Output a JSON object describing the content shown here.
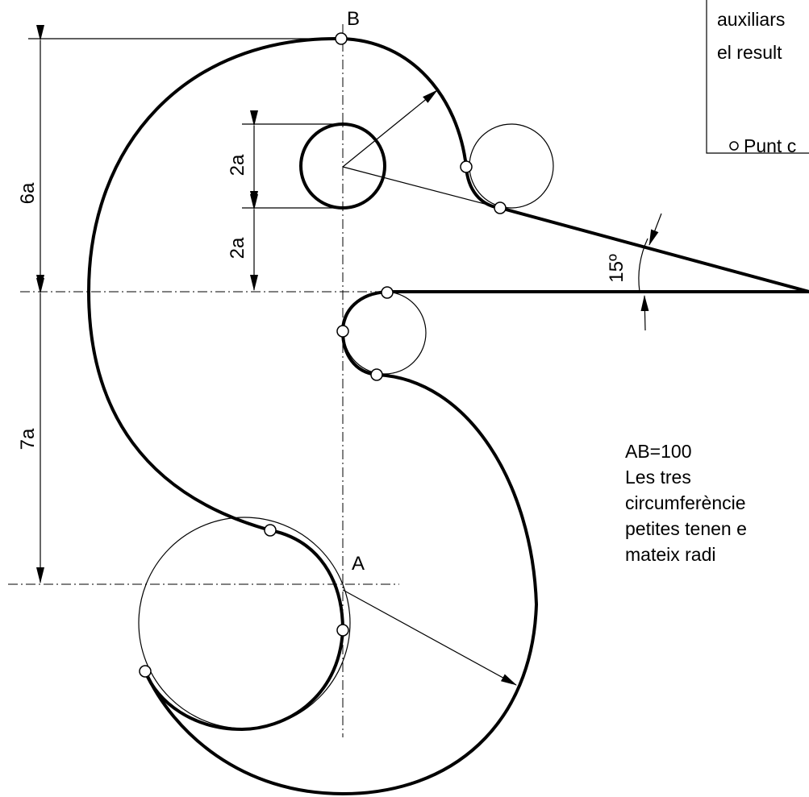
{
  "points": {
    "a": "A",
    "b": "B"
  },
  "dimensions": {
    "six_a": "6a",
    "two_a_upper": "2a",
    "two_a_lower": "2a",
    "seven_a": "7a",
    "angle": "15º"
  },
  "note_box": {
    "line1": "auxiliars",
    "line2": "el result",
    "line3": "Punt c"
  },
  "notes": {
    "ab": "AB=100",
    "line1": "Les tres",
    "line2": "circumferèncie",
    "line3": "petites tenen e",
    "line4": "mateix radi"
  }
}
